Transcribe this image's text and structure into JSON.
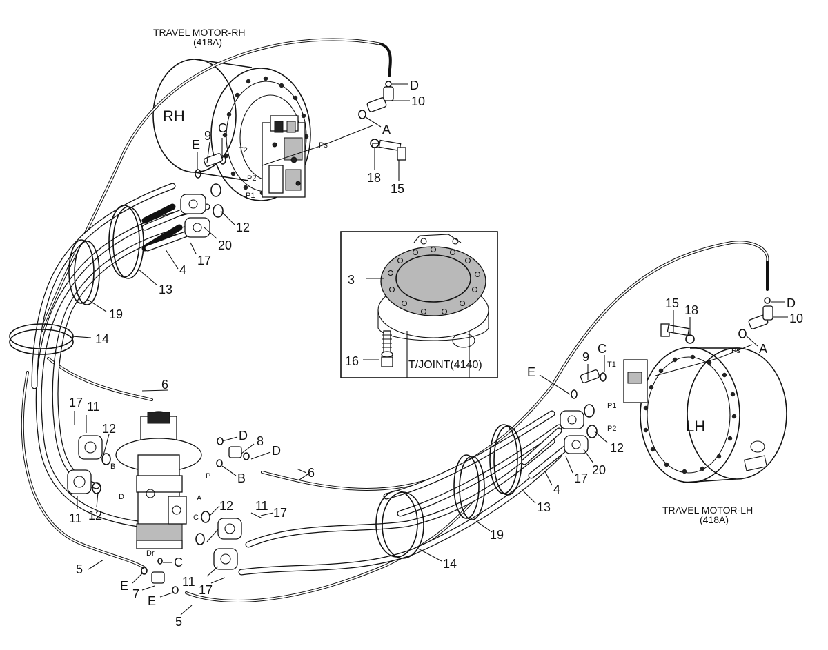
{
  "titles": {
    "rh_name": "TRAVEL MOTOR-RH",
    "rh_code": "(418A)",
    "lh_name": "TRAVEL MOTOR-LH",
    "lh_code": "(418A)",
    "rh_mark": "RH",
    "lh_mark": "LH",
    "inset_caption": "T/JOINT(4140)"
  },
  "callouts": {
    "c_d1": "D",
    "c_10a": "10",
    "c_a1": "A",
    "c_18a": "18",
    "c_15a": "15",
    "c_e1": "E",
    "c_9a": "9",
    "c_c1": "C",
    "c_12a": "12",
    "c_20a": "20",
    "c_17a": "17",
    "c_4a": "4",
    "c_13a": "13",
    "c_19a": "19",
    "c_14a": "14",
    "c_3": "3",
    "c_16": "16",
    "c_15b": "15",
    "c_18b": "18",
    "c_d2": "D",
    "c_10b": "10",
    "c_a2": "A",
    "c_c2": "C",
    "c_9b": "9",
    "c_e2": "E",
    "c_12b": "12",
    "c_20b": "20",
    "c_17b": "17",
    "c_4b": "4",
    "c_13b": "13",
    "c_19b": "19",
    "c_14b": "14",
    "c_6a": "6",
    "c_6b": "6",
    "c_d3": "D",
    "c_8": "8",
    "c_d4": "D",
    "c_b1": "B",
    "c_17c": "17",
    "c_11a": "11",
    "c_12c": "12",
    "c_11b": "11",
    "c_12d": "12",
    "c_12e": "12",
    "c_11c": "11",
    "c_17d": "17",
    "c_11d": "11",
    "c_17e": "17",
    "c_c3": "C",
    "c_5a": "5",
    "c_e3": "E",
    "c_7": "7",
    "c_e4": "E",
    "c_5b": "5"
  },
  "port_labels": {
    "rh_t2": "T2",
    "rh_ps": "Ps",
    "rh_p2": "P2",
    "rh_p1": "P1",
    "lh_t1": "T1",
    "lh_ps": "Ps",
    "lh_p1": "P1",
    "lh_p2": "P2",
    "tj_p": "P",
    "tj_a": "A",
    "tj_b": "B",
    "tj_c": "C",
    "tj_d": "D",
    "tj_dr": "Dr"
  }
}
